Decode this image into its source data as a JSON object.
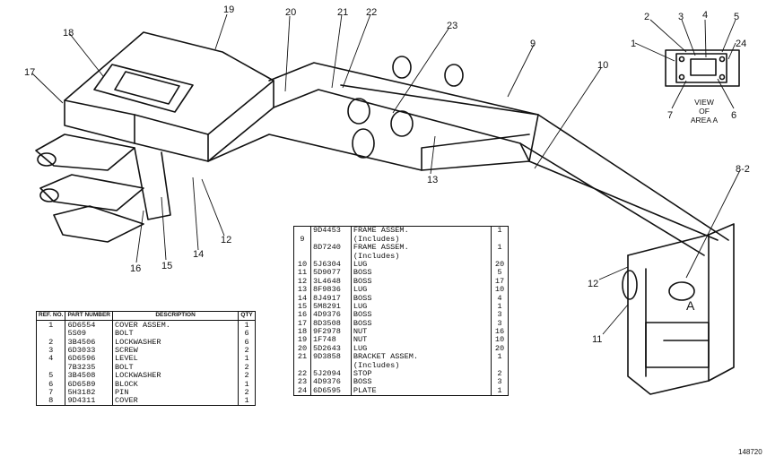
{
  "callouts": {
    "c19": "19",
    "c20": "20",
    "c21": "21",
    "c22": "22",
    "c23": "23",
    "c9": "9",
    "c18": "18",
    "c17": "17",
    "c10": "10",
    "c13": "13",
    "c14": "14",
    "c12a": "12",
    "c12b": "12",
    "c15": "15",
    "c16": "16",
    "c11": "11",
    "c82": "8-2",
    "cA": "A",
    "v1": "1",
    "v2": "2",
    "v3": "3",
    "v4": "4",
    "v5": "5",
    "v24": "24",
    "v7": "7",
    "v6": "6"
  },
  "view_label": [
    "VIEW",
    "OF",
    "AREA A"
  ],
  "left_table": {
    "headers": {
      "ref": "REF. NO.",
      "part": "PART NUMBER",
      "desc": "DESCRIPTION",
      "qty": "QTY"
    },
    "rows": [
      {
        "ref": "1",
        "part": "6D6554",
        "desc": "COVER ASSEM.",
        "qty": "1"
      },
      {
        "ref": "",
        "part": "5S09",
        "desc": "BOLT",
        "qty": "6"
      },
      {
        "ref": "2",
        "part": "3B4506",
        "desc": "LOCKWASHER",
        "qty": "6"
      },
      {
        "ref": "3",
        "part": "6D3033",
        "desc": "SCREW",
        "qty": "2"
      },
      {
        "ref": "4",
        "part": "6D6596",
        "desc": "LEVEL",
        "qty": "1"
      },
      {
        "ref": "",
        "part": "7B3235",
        "desc": "BOLT",
        "qty": "2"
      },
      {
        "ref": "5",
        "part": "3B4508",
        "desc": "LOCKWASHER",
        "qty": "2"
      },
      {
        "ref": "6",
        "part": "6D6589",
        "desc": "BLOCK",
        "qty": "1"
      },
      {
        "ref": "7",
        "part": "5H3182",
        "desc": "PIN",
        "qty": "2"
      },
      {
        "ref": "8",
        "part": "9D4311",
        "desc": "COVER",
        "qty": "1"
      }
    ]
  },
  "right_table": {
    "rows": [
      {
        "ref": "",
        "part": "9D4453",
        "desc": "FRAME ASSEM.",
        "qty": "1"
      },
      {
        "ref": "9",
        "part": "",
        "desc": "(Includes)",
        "qty": ""
      },
      {
        "ref": "",
        "part": "8D7240",
        "desc": "FRAME ASSEM.",
        "qty": "1"
      },
      {
        "ref": "",
        "part": "",
        "desc": "(Includes)",
        "qty": ""
      },
      {
        "ref": "10",
        "part": "5J6304",
        "desc": "LUG",
        "qty": "20"
      },
      {
        "ref": "11",
        "part": "5D9077",
        "desc": "BOSS",
        "qty": "5"
      },
      {
        "ref": "12",
        "part": "3L4648",
        "desc": "BOSS",
        "qty": "17"
      },
      {
        "ref": "13",
        "part": "8F9836",
        "desc": "LUG",
        "qty": "10"
      },
      {
        "ref": "14",
        "part": "8J4917",
        "desc": "BOSS",
        "qty": "4"
      },
      {
        "ref": "15",
        "part": "5M8291",
        "desc": "LUG",
        "qty": "1"
      },
      {
        "ref": "16",
        "part": "4D9376",
        "desc": "BOSS",
        "qty": "3"
      },
      {
        "ref": "17",
        "part": "8D3508",
        "desc": "BOSS",
        "qty": "3"
      },
      {
        "ref": "18",
        "part": "9F2978",
        "desc": "NUT",
        "qty": "16"
      },
      {
        "ref": "19",
        "part": "1F748",
        "desc": "NUT",
        "qty": "10"
      },
      {
        "ref": "20",
        "part": "5D2643",
        "desc": "LUG",
        "qty": "20"
      },
      {
        "ref": "21",
        "part": "9D3858",
        "desc": "BRACKET ASSEM.",
        "qty": "1"
      },
      {
        "ref": "",
        "part": "",
        "desc": "(Includes)",
        "qty": ""
      },
      {
        "ref": "22",
        "part": "5J2094",
        "desc": "STOP",
        "qty": "2"
      },
      {
        "ref": "23",
        "part": "4D9376",
        "desc": "BOSS",
        "qty": "3"
      },
      {
        "ref": "24",
        "part": "6D6595",
        "desc": "PLATE",
        "qty": "1"
      }
    ]
  },
  "drawing_number": "148720"
}
